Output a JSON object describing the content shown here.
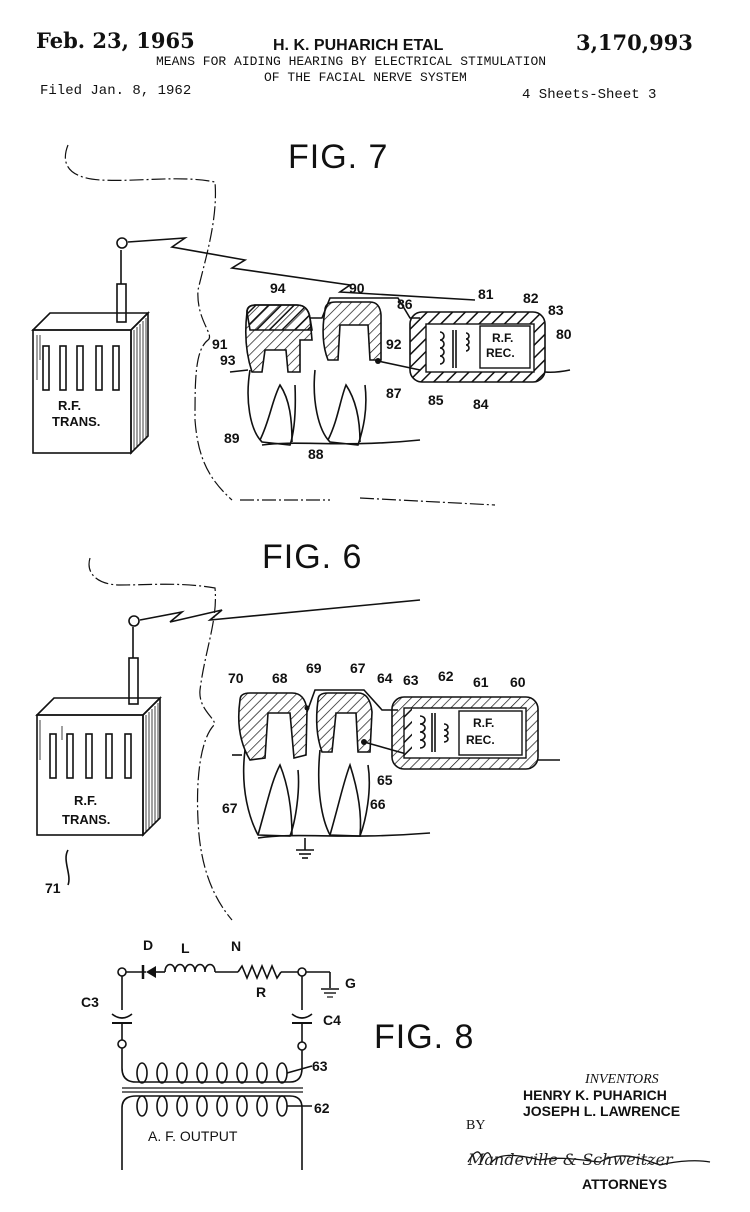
{
  "header": {
    "date": "Feb. 23, 1965",
    "inventor": "H. K. PUHARICH ETAL",
    "patent_number": "3,170,993",
    "title_line1": "MEANS FOR AIDING HEARING BY ELECTRICAL STIMULATION",
    "title_line2": "OF THE FACIAL NERVE SYSTEM",
    "filed": "Filed Jan. 8, 1962",
    "sheets": "4 Sheets-Sheet 3"
  },
  "fig7": {
    "title": "FIG. 7",
    "transmitter_label_1": "R.F.",
    "transmitter_label_2": "TRANS.",
    "receiver_label_1": "R.F.",
    "receiver_label_2": "REC.",
    "refs": {
      "r94": "94",
      "r90": "90",
      "r86": "86",
      "r81": "81",
      "r82": "82",
      "r83": "83",
      "r80": "80",
      "r91": "91",
      "r93": "93",
      "r92": "92",
      "r87": "87",
      "r85": "85",
      "r84": "84",
      "r89": "89",
      "r88": "88"
    }
  },
  "fig6": {
    "title": "FIG. 6",
    "transmitter_label_1": "R.F.",
    "transmitter_label_2": "TRANS.",
    "receiver_label_1": "R.F.",
    "receiver_label_2": "REC.",
    "refs": {
      "r70": "70",
      "r68": "68",
      "r69": "69",
      "r67a": "67",
      "r64": "64",
      "r63": "63",
      "r62": "62",
      "r61": "61",
      "r60": "60",
      "r65": "65",
      "r66": "66",
      "r67b": "67",
      "r71": "71"
    }
  },
  "fig8": {
    "title": "FIG. 8",
    "labels": {
      "D": "D",
      "L": "L",
      "N": "N",
      "R": "R",
      "G": "G",
      "C3": "C3",
      "C4": "C4",
      "r63": "63",
      "r62": "62"
    },
    "output_label": "A. F. OUTPUT"
  },
  "footer": {
    "inventors_heading": "INVENTORS",
    "inventor1": "HENRY K. PUHARICH",
    "inventor2": "JOSEPH L. LAWRENCE",
    "by": "BY",
    "signature": "Mandeville & Schweitzer",
    "attorneys": "ATTORNEYS"
  }
}
